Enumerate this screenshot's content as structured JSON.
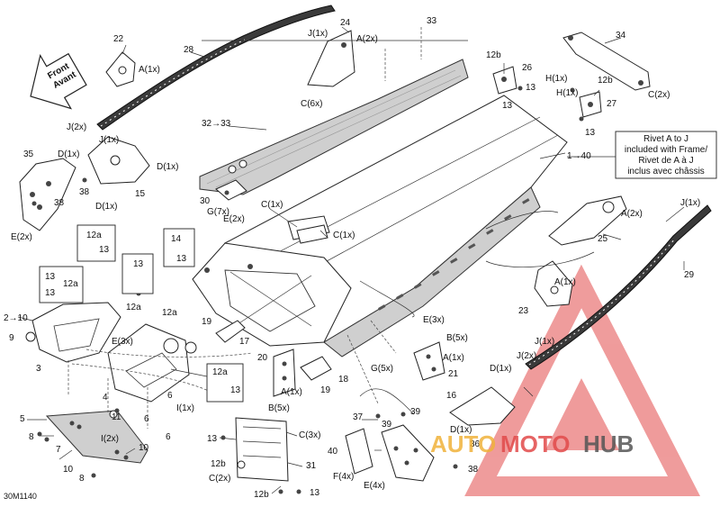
{
  "diagram": {
    "code": "30M1140",
    "arrow": {
      "line1": "Front",
      "line2": "Avant"
    },
    "note": {
      "line1": "Rivet A to J",
      "line2": "included with Frame/",
      "line3": "Rivet de A à J",
      "line4": "inclus avec châssis"
    },
    "watermark": {
      "a": "AUTO",
      "b": "MOTO",
      "c": "HUB"
    },
    "labels": {
      "l22": "22",
      "l28": "28",
      "l24": "24",
      "l33": "33",
      "l34": "34",
      "lA1a": "A(1x)",
      "lJ1a": "J(1x)",
      "lA2a": "A(2x)",
      "lC6": "C(6x)",
      "l12b1": "12b",
      "l26": "26",
      "l13a": "13",
      "l13b": "13",
      "lH1a": "H(1x)",
      "lH1b": "H(1x)",
      "l12b2": "12b",
      "l27": "27",
      "l13c": "13",
      "lC2a": "C(2x)",
      "lJ2a": "J(2x)",
      "lJ1b": "J(1x)",
      "l3233": "32→33",
      "l140": "1→40",
      "l35": "35",
      "lD1a": "D(1x)",
      "lD1b": "D(1x)",
      "lD1c": "D(1x)",
      "l38a": "38",
      "l38b": "38",
      "l15": "15",
      "lE2a": "E(2x)",
      "l30": "30",
      "lG7": "G(7x)",
      "lE2b": "E(2x)",
      "lC1a": "C(1x)",
      "lC1b": "C(1x)",
      "lA2b": "A(2x)",
      "lJ1c": "J(1x)",
      "l25": "25",
      "l29": "29",
      "l12a1": "12a",
      "l13d": "13",
      "l14": "14",
      "l13e": "13",
      "l13f": "13",
      "l13g": "13",
      "l12a2": "12a",
      "l13h": "13",
      "l12a3": "12a",
      "l210": "2→10",
      "l9": "9",
      "l3": "3",
      "lE3a": "E(3x)",
      "l12a4": "12a",
      "lA1b": "A(1x)",
      "l23": "23",
      "lE3b": "E(3x)",
      "l19a": "19",
      "l17": "17",
      "l20": "20",
      "l18": "18",
      "l19b": "19",
      "lA1c": "A(1x)",
      "lB5a": "B(5x)",
      "lB5b": "B(5x)",
      "lA1d": "A(1x)",
      "l21": "21",
      "lG5": "G(5x)",
      "lJ1d": "J(1x)",
      "lJ2b": "J(2x)",
      "lD1d": "D(1x)",
      "l12a5": "12a",
      "l13i": "13",
      "l4": "4",
      "lI1": "I(1x)",
      "l5": "5",
      "l11": "11",
      "lI2": "I(2x)",
      "l6a": "6",
      "l6b": "6",
      "l6c": "6",
      "l8a": "8",
      "l8b": "8",
      "l7": "7",
      "l10a": "10",
      "l10b": "10",
      "l13j": "13",
      "l12b3": "12b",
      "lC2b": "C(2x)",
      "lC3": "C(3x)",
      "l31": "31",
      "l12b4": "12b",
      "l13k": "13",
      "l16": "16",
      "lD1e": "D(1x)",
      "l37": "37",
      "l39a": "39",
      "l39b": "39",
      "l40": "40",
      "lF4": "F(4x)",
      "lE4": "E(4x)",
      "l36": "36",
      "l38c": "38"
    }
  }
}
